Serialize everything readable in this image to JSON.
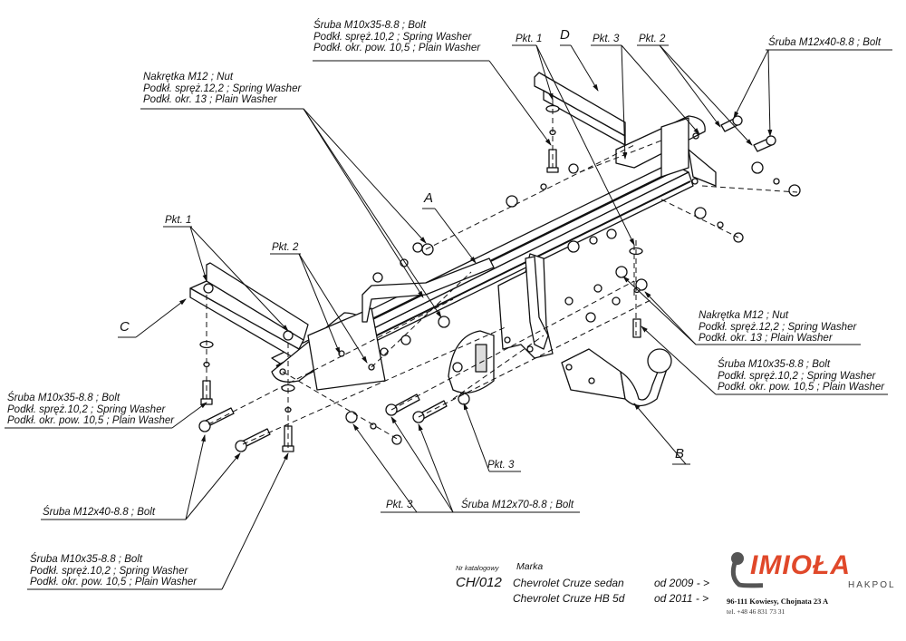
{
  "diagram": {
    "type": "exploded-assembly-drawing",
    "subject": "Tow bar (towing hitch) installation diagram"
  },
  "part_letters": {
    "A": "A",
    "B": "B",
    "C": "C",
    "D": "D"
  },
  "callouts": {
    "top_center_bolt": [
      "Śruba M10x35-8.8 ;  Bolt",
      "Podkł. spręż.10,2 ; Spring Washer",
      "Podkł. okr. pow. 10,5 ; Plain Washer"
    ],
    "top_left_nut": [
      "Nakrętka  M12 ; Nut",
      "Podkł. spręż.12,2 ; Spring Washer",
      "Podkł. okr. 13 ; Plain Washer"
    ],
    "top_right_bolt": [
      "Śruba M12x40-8.8 ;  Bolt"
    ],
    "right_nut": [
      "Nakrętka  M12 ; Nut",
      "Podkł. spręż.12,2 ; Spring Washer",
      "Podkł. okr. 13 ; Plain Washer"
    ],
    "right_bolt": [
      "Śruba M10x35-8.8 ;  Bolt",
      "Podkł. spręż.10,2 ; Spring Washer",
      "Podkł. okr. pow. 10,5 ; Plain Washer"
    ],
    "left_bolt": [
      "Śruba M10x35-8.8 ;  Bolt",
      "Podkł. spręż.10,2 ; Spring Washer",
      "Podkł. okr. pow. 10,5 ; Plain Washer"
    ],
    "left_m12x40": [
      "Śruba M12x40-8.8 ;  Bolt"
    ],
    "bottom_left_bolt": [
      "Śruba M10x35-8.8 ;  Bolt",
      "Podkł. spręż.10,2 ; Spring Washer",
      "Podkł. okr. pow. 10,5 ; Plain Washer"
    ],
    "bottom_m12x70": [
      "Śruba M12x70-8.8 ;  Bolt"
    ]
  },
  "points": {
    "top_pkt1": "Pkt. 1",
    "top_pkt3": "Pkt. 3",
    "top_pkt2": "Pkt. 2",
    "left_pkt1": "Pkt. 1",
    "left_pkt2": "Pkt. 2",
    "bottom_pkt3_a": "Pkt. 3",
    "bottom_pkt3_b": "Pkt. 3"
  },
  "title_block": {
    "catalog_label": "Nr katalogowy",
    "make_label": "Marka",
    "catalog_number": "CH/012",
    "models": [
      {
        "name": "Chevrolet Cruze sedan",
        "from": "od 2009 - >"
      },
      {
        "name": "Chevrolet Cruze HB 5d",
        "from": "od 2011 - >"
      }
    ]
  },
  "brand": {
    "name": "IMIOŁA",
    "sub": "HAKPOL",
    "address": "96-111 Kowiesy, Chojnata 23 A",
    "phone": "tel. +48 46 831 73 31",
    "accent_color": "#e0482a",
    "logo_hook_color": "#555555"
  }
}
